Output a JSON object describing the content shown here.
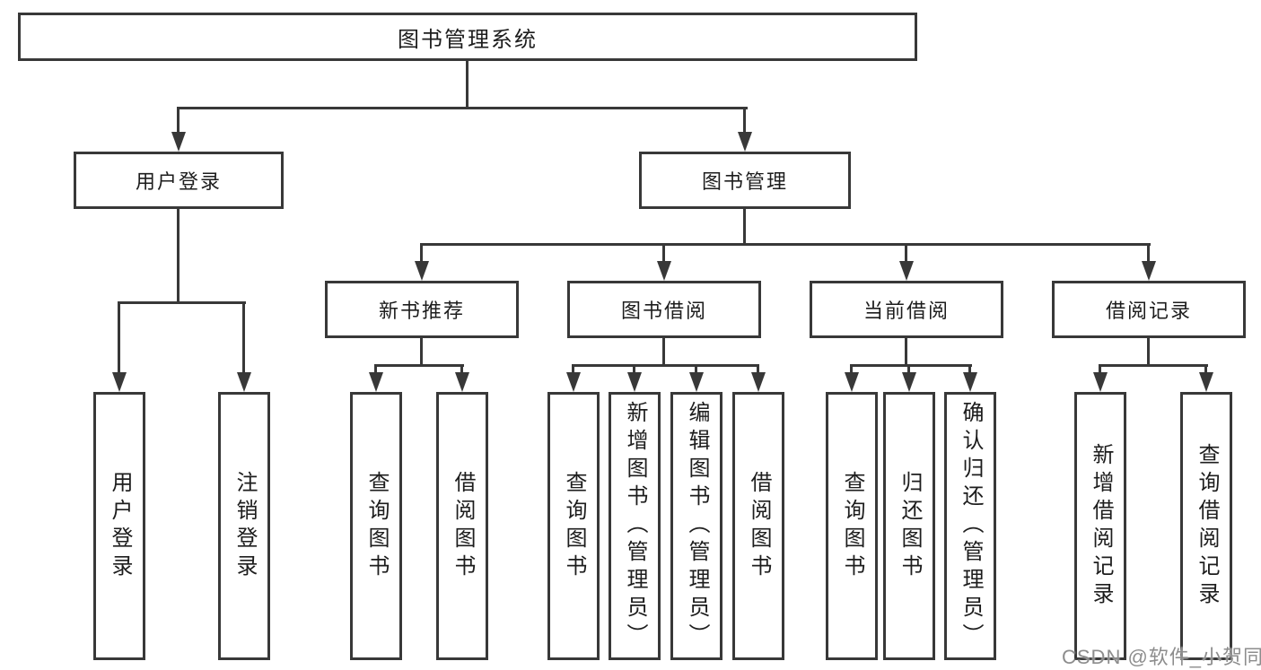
{
  "diagram": {
    "type": "hierarchy-tree",
    "direction": "top-down"
  },
  "tree": {
    "label": "图书管理系统",
    "children": [
      {
        "label": "用户登录",
        "children": [
          {
            "label": "用户登录"
          },
          {
            "label": "注销登录"
          }
        ]
      },
      {
        "label": "图书管理",
        "children": [
          {
            "label": "新书推荐",
            "children": [
              {
                "label": "查询图书"
              },
              {
                "label": "借阅图书"
              }
            ]
          },
          {
            "label": "图书借阅",
            "children": [
              {
                "label": "查询图书"
              },
              {
                "label": "新增图书（管理员）"
              },
              {
                "label": "编辑图书（管理员）"
              },
              {
                "label": "借阅图书"
              }
            ]
          },
          {
            "label": "当前借阅",
            "children": [
              {
                "label": "查询图书"
              },
              {
                "label": "归还图书"
              },
              {
                "label": "确认归还（管理员）"
              }
            ]
          },
          {
            "label": "借阅记录",
            "children": [
              {
                "label": "新增借阅记录"
              },
              {
                "label": "查询借阅记录"
              }
            ]
          }
        ]
      }
    ]
  },
  "watermark": {
    "text": "CSDN @软件_小贺同学"
  },
  "colors": {
    "line": "#383838",
    "box_border": "#383838",
    "text": "#1d1d1d",
    "watermark_text": "#8d8d8d",
    "background": "#ffffff"
  }
}
